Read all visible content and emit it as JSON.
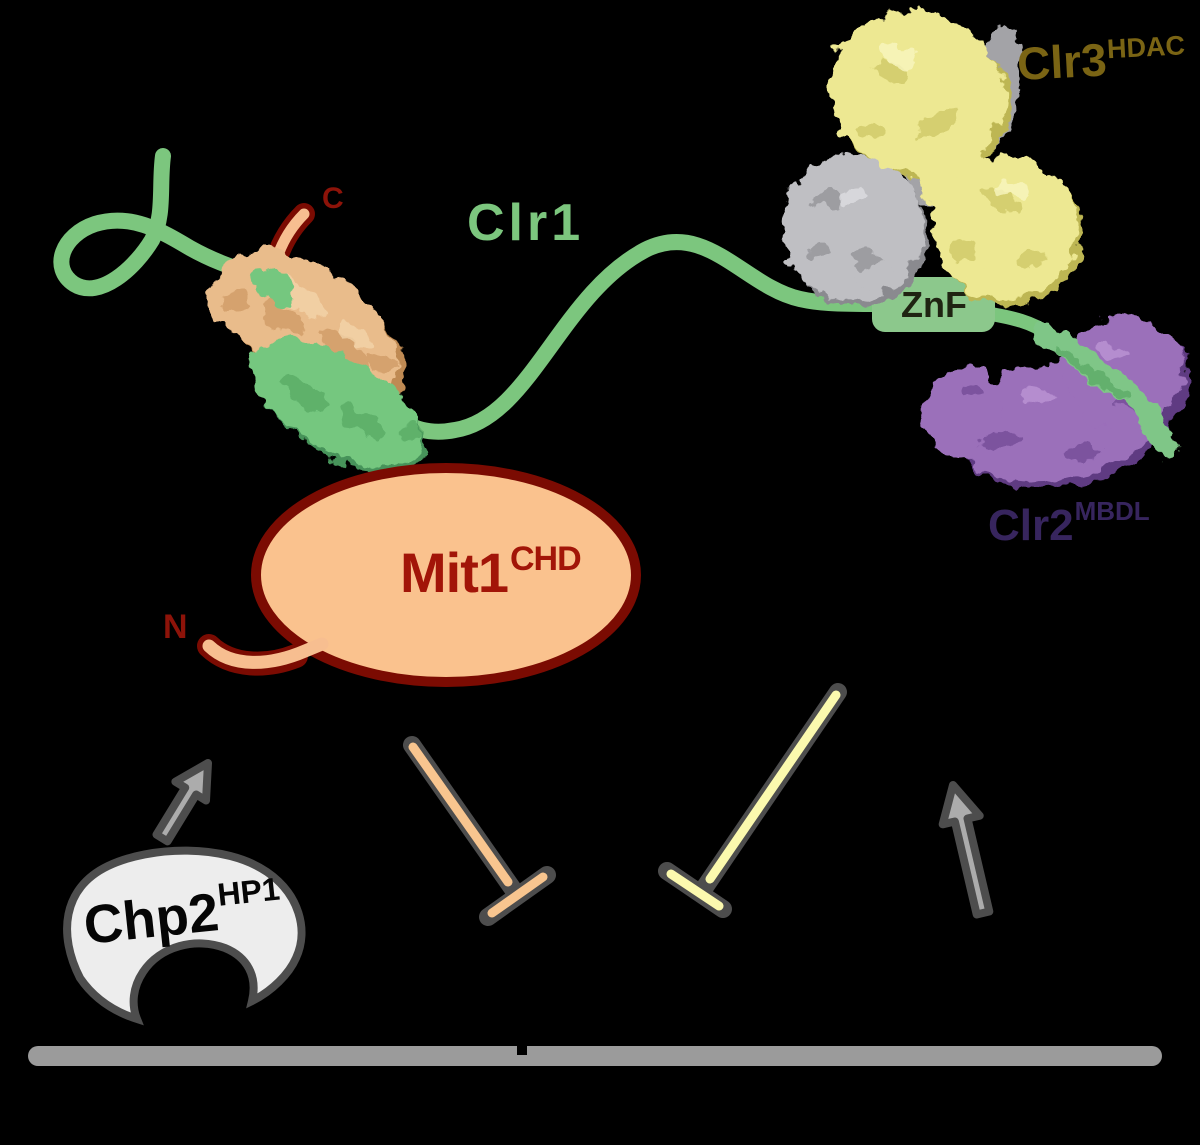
{
  "labels": {
    "clr1": {
      "text": "Clr1",
      "color": "#7CC67E"
    },
    "clr3": {
      "base": "Clr3",
      "sup": "HDAC",
      "color": "#7A6414"
    },
    "clr2": {
      "base": "Clr2",
      "sup": "MBDL",
      "color": "#37255E"
    },
    "mit1": {
      "base": "Mit1",
      "sup": "CHD",
      "color": "#A21508"
    },
    "chp2": {
      "base": "Chp2",
      "sup": "HP1",
      "color": "#050505"
    },
    "znf": {
      "text": "ZnF",
      "color": "#1F2412"
    },
    "c_terminus": {
      "text": "C",
      "color": "#8D1309"
    },
    "n_terminus": {
      "text": "N",
      "color": "#8D1309"
    }
  },
  "colors": {
    "background": "#000000",
    "clr1_line": "#7CC67E",
    "znf_box_fill": "#8CC88C",
    "mit1_fill": "#FAC28E",
    "mit1_outline": "#7B0B02",
    "tail_fill": "#F7BE90",
    "tail_outline": "#7B0B02",
    "chp2_fill": "#EDEDED",
    "chp2_outline": "#4D4D4D",
    "chromatin_bar": "#9B9B9B",
    "arrow_outline": "#4D4D4D",
    "activation_arrow_fill": "#ACACAC",
    "inhibition_orange_fill": "#F8C58F",
    "inhibition_yellow_fill": "#FBF9AE",
    "protein_clr3_yellow": "#EDE892",
    "protein_clr3_gray": "#BFBFC3",
    "protein_clr2_purple": "#9B6FBA",
    "protein_clr2_peptide_green": "#7FC687",
    "protein_mit1_tan": "#E9BC8B",
    "protein_mit1_green": "#74C77F"
  }
}
